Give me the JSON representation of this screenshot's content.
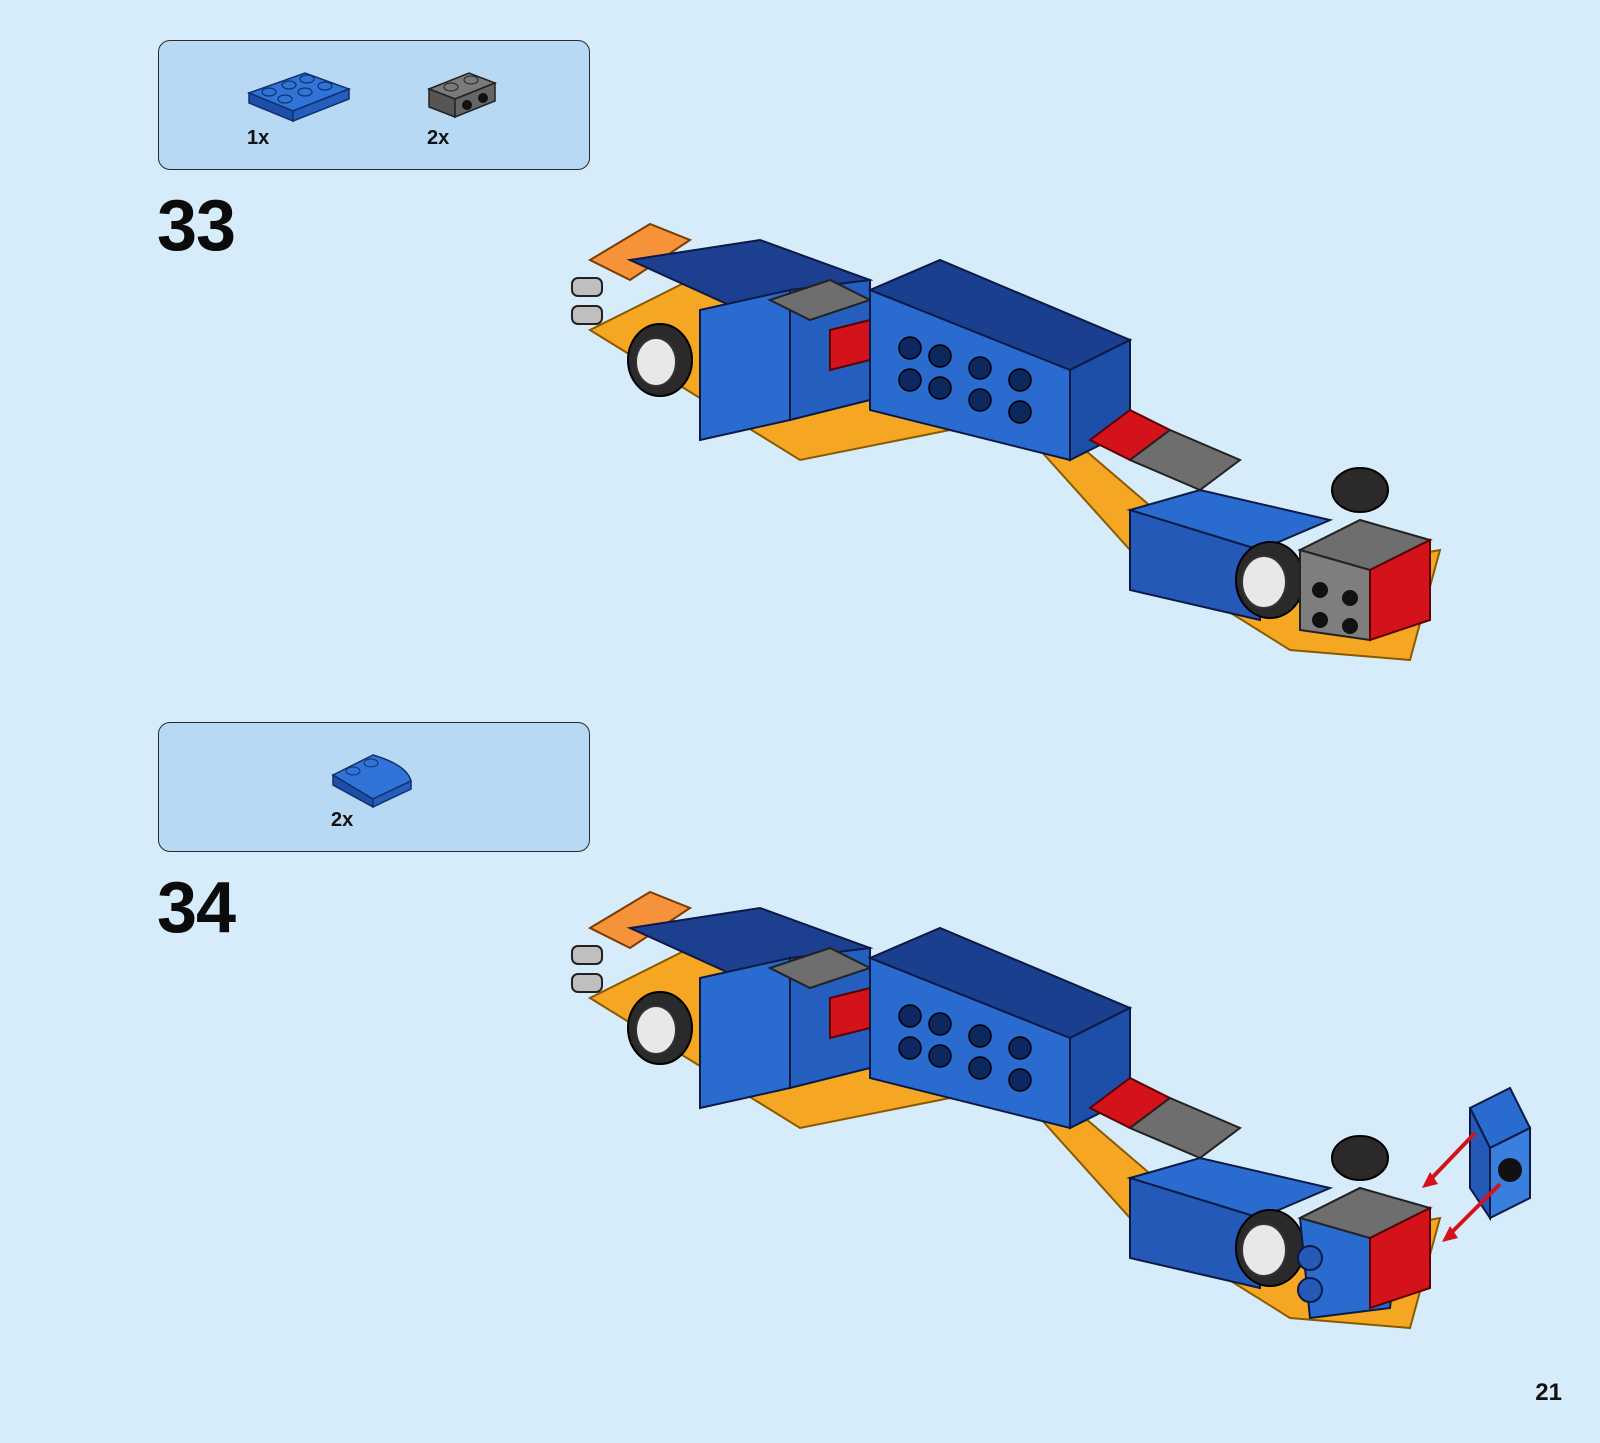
{
  "steps": [
    {
      "number": "33",
      "parts": [
        {
          "icon": "blue-plate-2x3-icon",
          "quantity": "1x"
        },
        {
          "icon": "gray-bracket-1x2-icon",
          "quantity": "2x"
        }
      ]
    },
    {
      "number": "34",
      "parts": [
        {
          "icon": "blue-curved-slope-2x2-icon",
          "quantity": "2x"
        }
      ]
    }
  ],
  "page_number": "21",
  "colors": {
    "background": "#d6ecfb",
    "parts_box": "#b8d9f3",
    "brick_blue": "#2a6bd0",
    "brick_dark_blue": "#1a3f8f",
    "brick_orange": "#f5a623",
    "brick_gray": "#6e6e6e",
    "brick_red": "#d4121c",
    "arrow_red": "#d4121c"
  }
}
